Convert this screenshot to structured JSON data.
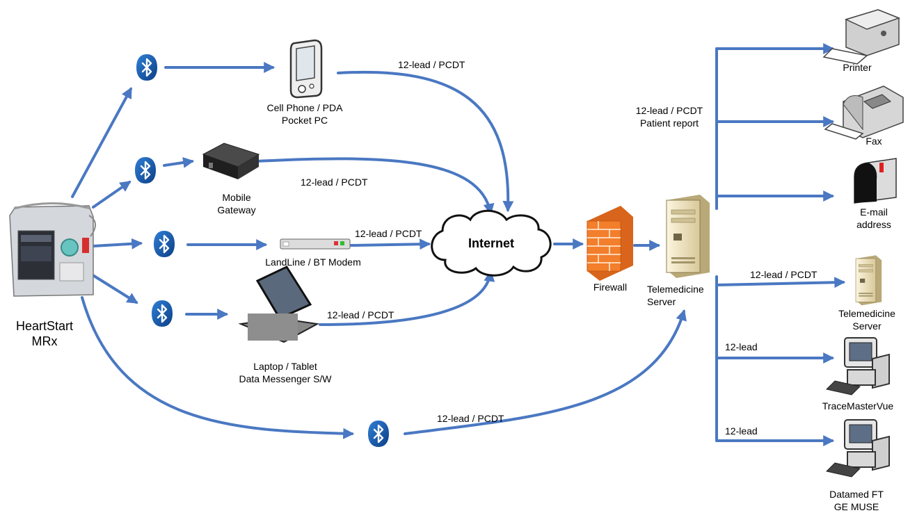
{
  "source": {
    "label_line1": "HeartStart",
    "label_line2": "MRx"
  },
  "devices": {
    "cellphone": {
      "line1": "Cell Phone / PDA",
      "line2": "Pocket PC"
    },
    "gateway": {
      "line1": "Mobile",
      "line2": "Gateway"
    },
    "modem": {
      "line1": "LandLine / BT Modem"
    },
    "laptop": {
      "line1": "Laptop / Tablet",
      "line2": "Data Messenger S/W"
    }
  },
  "internet": {
    "label": "Internet"
  },
  "firewall": {
    "label": "Firewall"
  },
  "server": {
    "line1": "Telemedicine",
    "line2": "Server"
  },
  "links": {
    "cellphone": "12-lead / PCDT",
    "gateway": "12-lead / PCDT",
    "modem": "12-lead / PCDT",
    "laptop": "12-lead / PCDT",
    "direct": "12-lead / PCDT",
    "reports_line1": "12-lead / PCDT",
    "reports_line2": "Patient report",
    "remote_server": "12-lead / PCDT",
    "tracemaster": "12-lead",
    "datamed": "12-lead"
  },
  "outputs": {
    "printer": {
      "line1": "Printer"
    },
    "fax": {
      "line1": "Fax"
    },
    "email": {
      "line1": "E-mail",
      "line2": "address"
    },
    "remote_server": {
      "line1": "Telemedicine",
      "line2": "Server"
    },
    "tracemaster": {
      "line1": "TraceMasterVue"
    },
    "datamed": {
      "line1": "Datamed FT",
      "line2": "GE MUSE"
    }
  },
  "colors": {
    "arrow": "#4a78c2",
    "bluetooth": "#1a5aa8",
    "firewall": "#f07a2a",
    "server": "#efe3bf"
  },
  "icons": [
    "bluetooth-icon",
    "defibrillator-icon",
    "pda-icon",
    "gateway-icon",
    "modem-icon",
    "laptop-icon",
    "cloud-icon",
    "firewall-icon",
    "server-icon",
    "printer-icon",
    "fax-icon",
    "mailbox-icon",
    "workstation-icon"
  ]
}
